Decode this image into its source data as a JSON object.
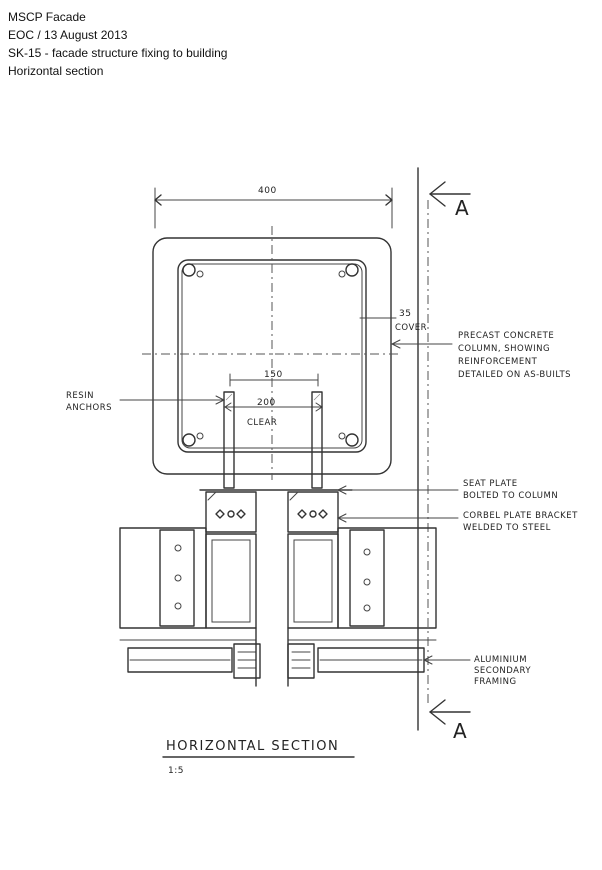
{
  "header": {
    "line1": "MSCP Facade",
    "line2": "EOC / 13 August 2013",
    "line3": "SK-15 - facade structure fixing to building",
    "line4": "Horizontal section"
  },
  "drawing": {
    "section_mark_top": "A",
    "section_mark_bottom": "A",
    "dim_400": "400",
    "dim_35": "35",
    "dim_35_sub": "COVER",
    "dim_150": "150",
    "dim_200": "200",
    "dim_200_sub": "CLEAR",
    "title": "HORIZONTAL SECTION",
    "scale": "1:5",
    "note_precast": [
      "PRECAST CONCRETE",
      "COLUMN, SHOWING",
      "REINFORCEMENT",
      "DETAILED ON AS-BUILTS"
    ],
    "note_resin": [
      "RESIN",
      "ANCHORS"
    ],
    "note_seat": [
      "SEAT PLATE",
      "BOLTED TO COLUMN"
    ],
    "note_corbel": [
      "CORBEL PLATE BRACKET",
      "WELDED TO STEEL"
    ],
    "note_alu": [
      "ALUMINIUM",
      "SECONDARY",
      "FRAMING"
    ]
  }
}
